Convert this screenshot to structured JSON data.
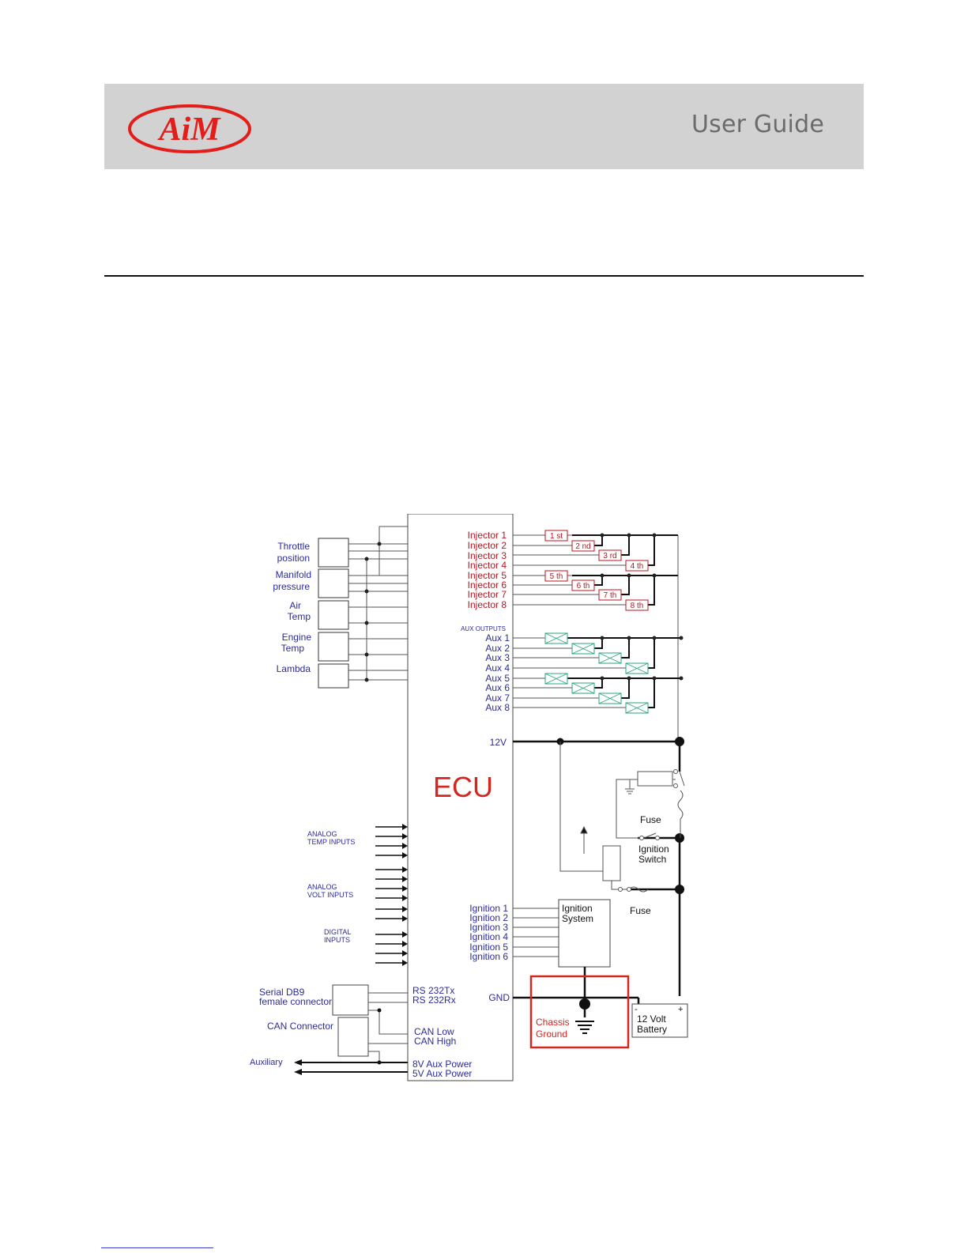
{
  "header": {
    "title": "User Guide"
  },
  "diagram": {
    "ecu_label": "ECU",
    "sensors": [
      "Throttle",
      "position",
      "Manifold",
      "pressure",
      "Air",
      "Temp",
      "Engine",
      "Temp",
      "Lambda"
    ],
    "injectors": [
      "Injector 1",
      "Injector 2",
      "Injector 3",
      "Injector 4",
      "Injector 5",
      "Injector 6",
      "Injector 7",
      "Injector 8"
    ],
    "injector_tags": [
      "1 st",
      "2 nd",
      "3 rd",
      "4 th",
      "5 th",
      "6 th",
      "7 th",
      "8 th"
    ],
    "aux_title": "AUX OUTPUTS",
    "aux": [
      "Aux 1",
      "Aux 2",
      "Aux 3",
      "Aux 4",
      "Aux 5",
      "Aux 6",
      "Aux 7",
      "Aux 8"
    ],
    "v12": "12V",
    "fuse": "Fuse",
    "ignition_switch": [
      "Ignition",
      "Switch"
    ],
    "fuse2": "Fuse",
    "ignition_system": [
      "Ignition",
      "System"
    ],
    "ignitions": [
      "Ignition 1",
      "Ignition 2",
      "Ignition 3",
      "Ignition 4",
      "Ignition 5",
      "Ignition 6"
    ],
    "analog_temp": [
      "ANALOG",
      "TEMP INPUTS"
    ],
    "analog_volt": [
      "ANALOG",
      "VOLT INPUTS"
    ],
    "digital": [
      "DIGITAL",
      "INPUTS"
    ],
    "serial": [
      "Serial DB9",
      "female connector"
    ],
    "can_connector": "CAN Connector",
    "auxiliary": "Auxiliary",
    "rs232": [
      "RS 232Tx",
      "RS 232Rx"
    ],
    "can_lines": [
      "CAN Low",
      "CAN High"
    ],
    "aux_power": [
      "8V Aux Power",
      "5V Aux Power"
    ],
    "gnd": "GND",
    "chassis_ground": [
      "Chassis",
      "Ground"
    ],
    "battery": [
      "12 Volt",
      "Battery"
    ],
    "battery_minus": "-",
    "battery_plus": "+"
  },
  "colors": {
    "label_blue": "#2b2b9c",
    "injector_red": "#b8141e",
    "aux_green": "#2aa57a",
    "highlight_red": "#d3261f",
    "logo_red": "#e31d1a"
  }
}
